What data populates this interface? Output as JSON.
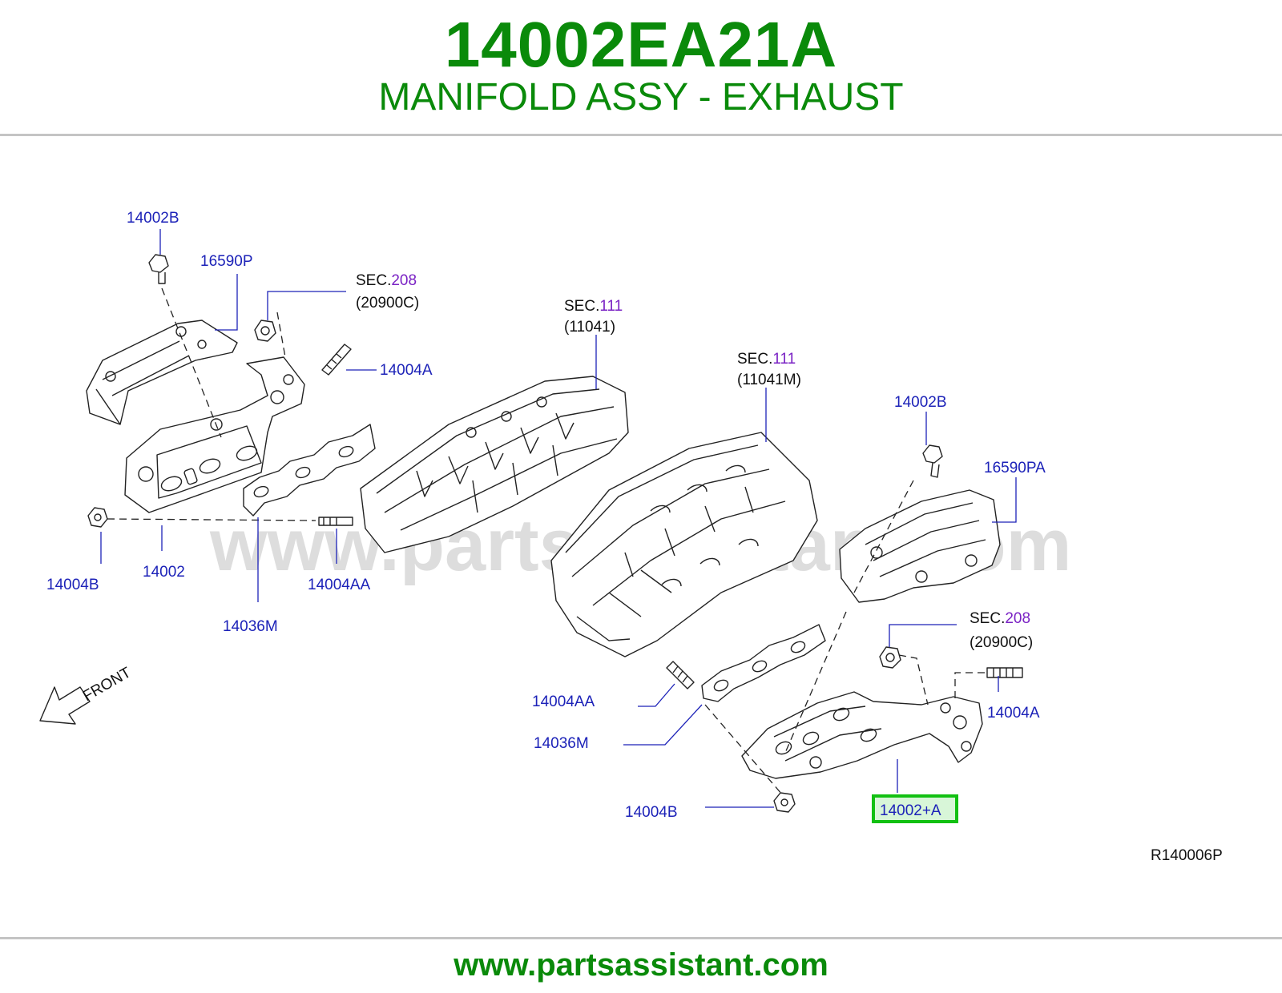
{
  "header": {
    "part_number": "14002EA21A",
    "description": "MANIFOLD ASSY - EXHAUST"
  },
  "diagram": {
    "watermark": "www.partsassistant.com",
    "front_label": "FRONT",
    "figure_code": "R140006P",
    "highlighted_part": "14002+A",
    "sections": [
      {
        "prefix": "SEC.",
        "number": "208",
        "code": "(20900C)"
      },
      {
        "prefix": "SEC.",
        "number": "111",
        "code": "(11041)"
      },
      {
        "prefix": "SEC.",
        "number": "111",
        "code": "(11041M)"
      },
      {
        "prefix": "SEC.",
        "number": "208",
        "code": "(20900C)"
      }
    ],
    "labels": [
      "14002B",
      "16590P",
      "14004A",
      "14004B",
      "14002",
      "14004AA",
      "14036M",
      "14002B",
      "16590PA",
      "14004AA",
      "14036M",
      "14004A",
      "14004B"
    ]
  },
  "footer": {
    "url": "www.partsassistant.com"
  },
  "colors": {
    "brand_green": "#0a8a0a",
    "label_blue": "#1c22b8",
    "section_purple": "#7a22c4",
    "highlight_green": "#12c012"
  }
}
